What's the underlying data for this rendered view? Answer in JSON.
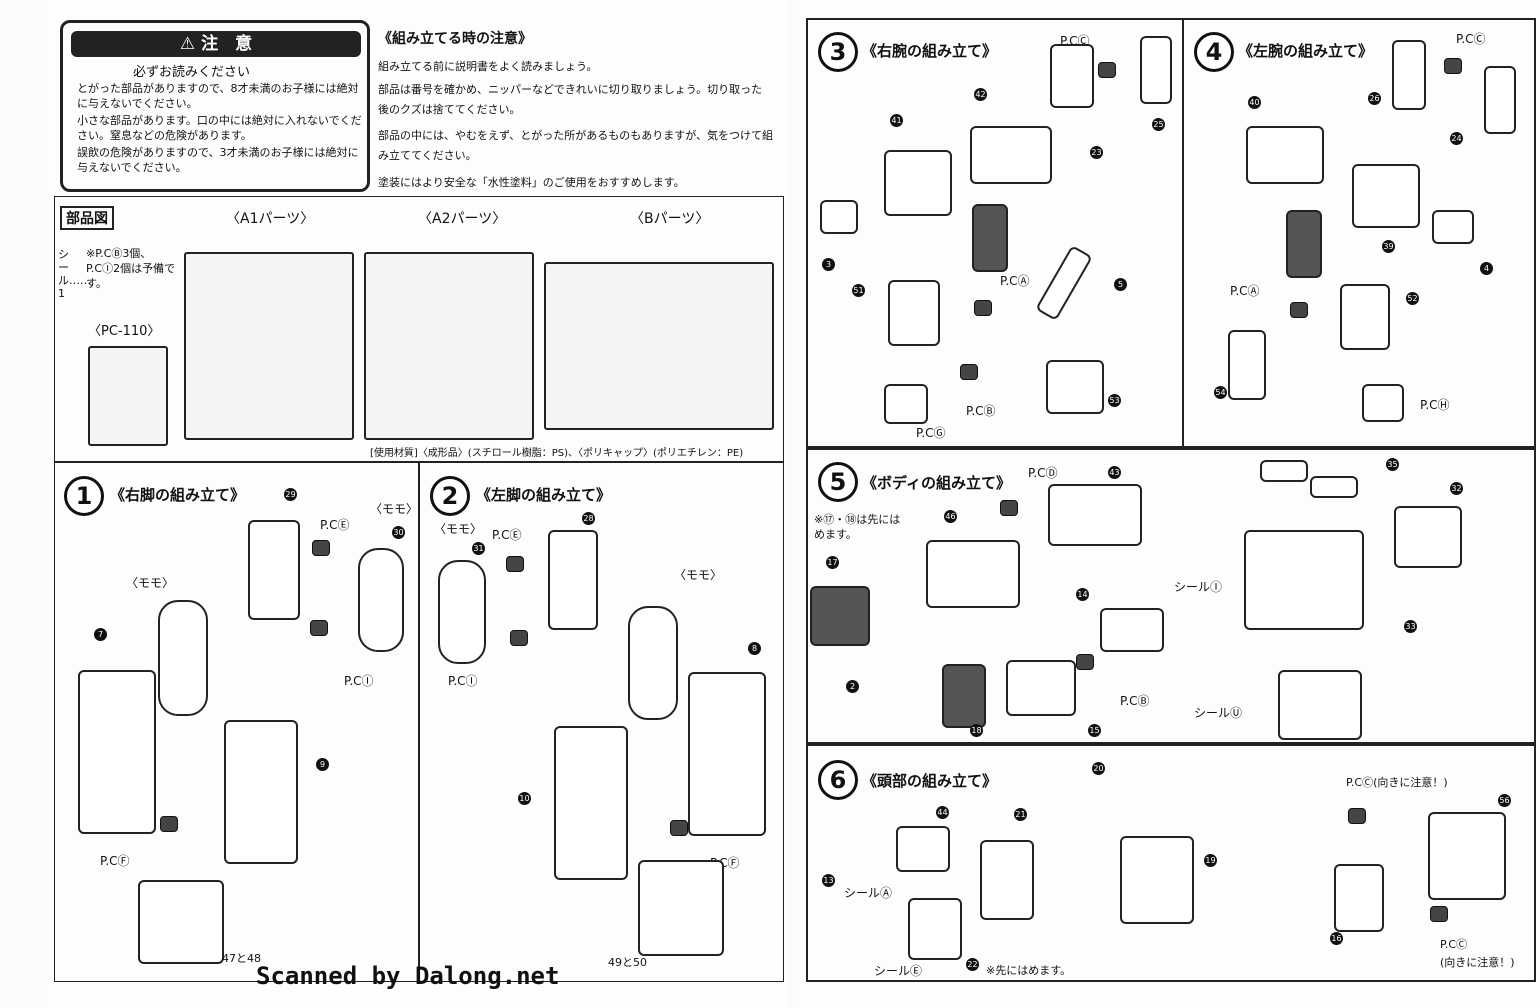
{
  "caution": {
    "title": "注　意",
    "subtitle": "必ずお読みください",
    "items": [
      "とがった部品がありますので、8才未満のお子様には絶対に与えないでください。",
      "小さな部品があります。口の中には絶対に入れないでください。窒息などの危険があります。",
      "誤飲の危険がありますので、3才未満のお子様には絶対に与えないでください。"
    ]
  },
  "notes": {
    "title": "《組み立てる時の注意》",
    "items": [
      "組み立てる前に説明書をよく読みましょう。",
      "部品は番号を確かめ、ニッパーなどできれいに切り取りましょう。切り取った後のクズは捨ててください。",
      "部品の中には、やむをえず、とがった所があるものもありますが、気をつけて組み立ててください。",
      "塗装にはより安全な「水性塗料」のご使用をおすすめします。"
    ]
  },
  "parts": {
    "title": "部品図",
    "a1": "〈A1パーツ〉",
    "a2": "〈A2パーツ〉",
    "b": "〈Bパーツ〉",
    "seal": "シール……1",
    "pc_note": "※P.CⒷ3個、P.CⒾ2個は予備です。",
    "pc_label": "〈PC-110〉",
    "materials": "[使用材質]〈成形品〉(スチロール樹脂：PS)、〈ポリキャップ〉(ポリエチレン：PE)"
  },
  "steps": {
    "s1": {
      "num": "1",
      "title": "《右脚の組み立て》",
      "momo1": "〈モモ〉",
      "momo2": "〈モモ〉",
      "pce": "P.CⒺ",
      "pci": "P.CⒾ",
      "pcf": "P.CⒻ",
      "parts": [
        "29",
        "30",
        "7",
        "9",
        "47と48"
      ]
    },
    "s2": {
      "num": "2",
      "title": "《左脚の組み立て》",
      "momo1": "〈モモ〉",
      "momo2": "〈モモ〉",
      "pce": "P.CⒺ",
      "pci": "P.CⒾ",
      "pcf": "P.CⒻ",
      "parts": [
        "31",
        "28",
        "8",
        "10",
        "49と50"
      ]
    },
    "s3": {
      "num": "3",
      "title": "《右腕の組み立て》",
      "pcc": "P.CⒸ",
      "pca": "P.CⒶ",
      "pcb": "P.CⒷ",
      "pcg": "P.CⒼ",
      "parts": [
        "42",
        "41",
        "3",
        "25",
        "23",
        "5",
        "51",
        "53"
      ]
    },
    "s4": {
      "num": "4",
      "title": "《左腕の組み立て》",
      "pcc": "P.CⒸ",
      "pca": "P.CⒶ",
      "pch": "P.CⒽ",
      "parts": [
        "26",
        "24",
        "40",
        "39",
        "4",
        "52",
        "54"
      ]
    },
    "s5": {
      "num": "5",
      "title": "《ボディの組み立て》",
      "pcd": "P.CⒹ",
      "pcb": "P.CⒷ",
      "note": "※⑰・⑱は先にはめます。",
      "seal_i": "シールⒾ",
      "seal_u": "シールⓊ",
      "parts": [
        "43",
        "46",
        "17",
        "14",
        "2",
        "18",
        "15",
        "35",
        "32",
        "33"
      ]
    },
    "s6": {
      "num": "6",
      "title": "《頭部の組み立て》",
      "seal_a": "シールⒶ",
      "seal_e": "シールⒺ",
      "note": "※先にはめます。",
      "pcc": "P.CⒸ(向きに注意！)",
      "pcc2": "P.CⒸ",
      "pcc2_note": "(向きに注意！)",
      "parts": [
        "20",
        "44",
        "21",
        "13",
        "19",
        "22",
        "56",
        "16"
      ]
    }
  },
  "scan_credit": "Scanned by Dalong.net"
}
